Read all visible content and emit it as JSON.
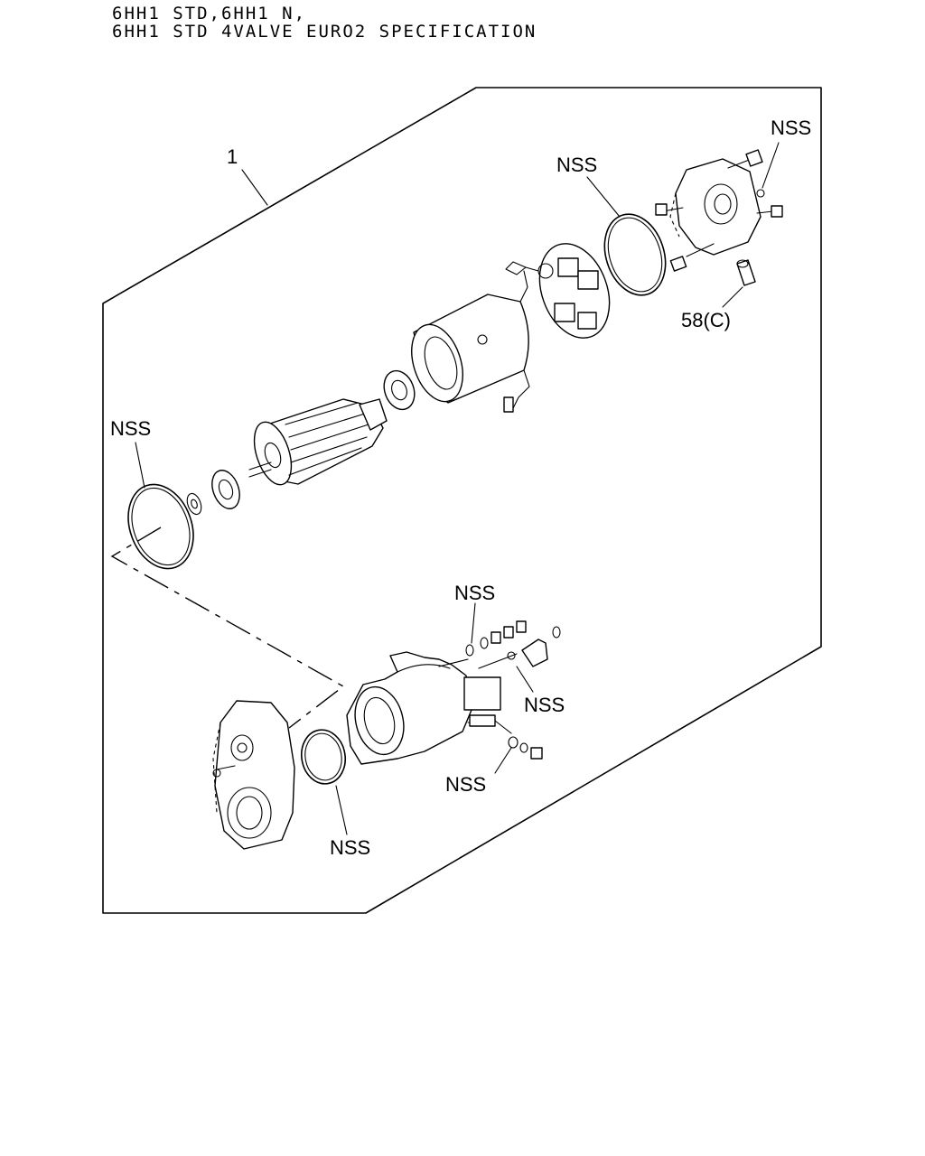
{
  "header": {
    "line1": "6HH1 STD,6HH1 N,",
    "line2": "6HH1 STD 4VALVE EURO2 SPECIFICATION"
  },
  "callouts": {
    "assembly": "1",
    "nss_top_right": "NSS",
    "nss_oring_upper": "NSS",
    "nss_left_ring": "NSS",
    "nss_washer_upper": "NSS",
    "nss_bracket": "NSS",
    "nss_washer_lower": "NSS",
    "nss_front_seal": "NSS",
    "part_58c": "58(C)"
  }
}
